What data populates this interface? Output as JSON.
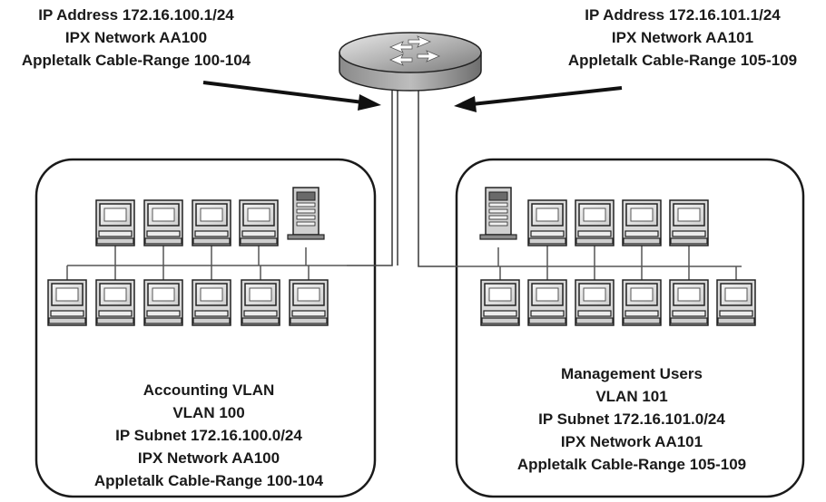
{
  "router_left_label": {
    "lines": [
      "IP Address 172.16.100.1/24",
      "IPX Network AA100",
      "Appletalk Cable-Range 100-104"
    ]
  },
  "router_right_label": {
    "lines": [
      "IP Address 172.16.101.1/24",
      "IPX Network AA101",
      "Appletalk Cable-Range 105-109"
    ]
  },
  "accounting_vlan": {
    "lines": [
      "Accounting VLAN",
      "VLAN 100",
      "IP Subnet 172.16.100.0/24",
      "IPX Network AA100",
      "Appletalk Cable-Range 100-104"
    ],
    "top_row_workstations": 4,
    "top_row_servers": 1,
    "bottom_row_workstations": 6
  },
  "management_vlan": {
    "lines": [
      "Management Users",
      "VLAN 101",
      "IP Subnet 172.16.101.0/24",
      "IPX Network AA101",
      "Appletalk Cable-Range 105-109"
    ],
    "top_row_servers": 1,
    "top_row_workstations": 4,
    "bottom_row_workstations": 6
  },
  "icons": {
    "router": "router-icon",
    "workstation": "workstation-icon",
    "server": "server-tower-icon",
    "arrow": "pointer-arrow-icon"
  }
}
